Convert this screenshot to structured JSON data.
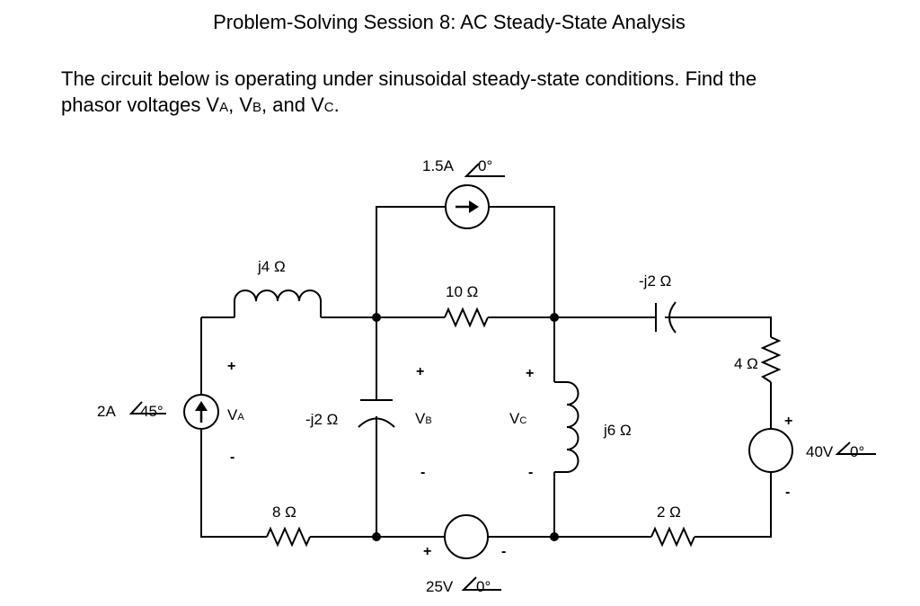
{
  "title": "Problem-Solving Session 8: AC Steady-State Analysis",
  "problem": {
    "line1": "The circuit below is operating under sinusoidal steady-state conditions. Find the",
    "line2_prefix": "phasor voltages V",
    "va_sub": "A",
    "sep1": ", V",
    "vb_sub": "B",
    "sep2": ", and V",
    "vc_sub": "C",
    "line2_suffix": "."
  },
  "circuit": {
    "top_source": {
      "value": "1.5A",
      "angle": "0°"
    },
    "left_source": {
      "value": "2A",
      "angle": "45°"
    },
    "right_source": {
      "value": "40V",
      "angle": "0°"
    },
    "bottom_source": {
      "value": "25V",
      "angle": "0°"
    },
    "inductor_j4": "j4 Ω",
    "resistor_10": "10 Ω",
    "capacitor_right": "-j2 Ω",
    "capacitor_left": "-j2 Ω",
    "resistor_4": "4 Ω",
    "inductor_j6": "j6 Ω",
    "resistor_8": "8 Ω",
    "resistor_2": "2 Ω",
    "va_label": "V",
    "va_sub": "A",
    "vb_label": "V",
    "vb_sub": "B",
    "vc_label": "V",
    "vc_sub": "C",
    "plus": "+",
    "minus": "-"
  }
}
